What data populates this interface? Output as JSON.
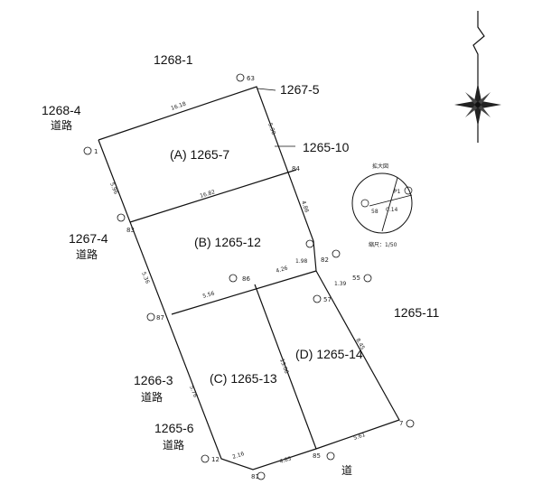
{
  "parcels": [
    {
      "id": "A",
      "label": "(A) 1265-7"
    },
    {
      "id": "B",
      "label": "(B) 1265-12"
    },
    {
      "id": "C",
      "label": "(C) 1265-13"
    },
    {
      "id": "D",
      "label": "(D) 1265-14"
    }
  ],
  "neighbors": [
    {
      "id": "n1",
      "lot": "1268-1",
      "use": ""
    },
    {
      "id": "n2",
      "lot": "1268-4",
      "use": "道路"
    },
    {
      "id": "n3",
      "lot": "1267-5",
      "use": ""
    },
    {
      "id": "n4",
      "lot": "1265-10",
      "use": ""
    },
    {
      "id": "n5",
      "lot": "1267-4",
      "use": "道路"
    },
    {
      "id": "n6",
      "lot": "1265-11",
      "use": ""
    },
    {
      "id": "n7",
      "lot": "1266-3",
      "use": "道路"
    },
    {
      "id": "n8",
      "lot": "1265-6",
      "use": "道路"
    }
  ],
  "road_bottom": "道",
  "points": [
    "63",
    "1",
    "84",
    "83",
    "82",
    "86",
    "87",
    "55",
    "57",
    "7",
    "85",
    "12",
    "81"
  ],
  "dimensions": [
    "16.18",
    "5.96",
    "5.90",
    "16.82",
    "4.86",
    "1.98",
    "5.36",
    "5.56",
    "4.26",
    "1.39",
    "8.45",
    "13.06",
    "5.76",
    "2.16",
    "4.85",
    "5.61"
  ],
  "inset": {
    "title": "拡大図",
    "points": [
      "P1",
      "58"
    ],
    "dimension": "0.14",
    "scale": "縮尺：1/50"
  },
  "colors": {
    "line": "#111111",
    "background": "#ffffff"
  },
  "icons": [
    "north-arrow-icon",
    "compass-rose-icon"
  ]
}
